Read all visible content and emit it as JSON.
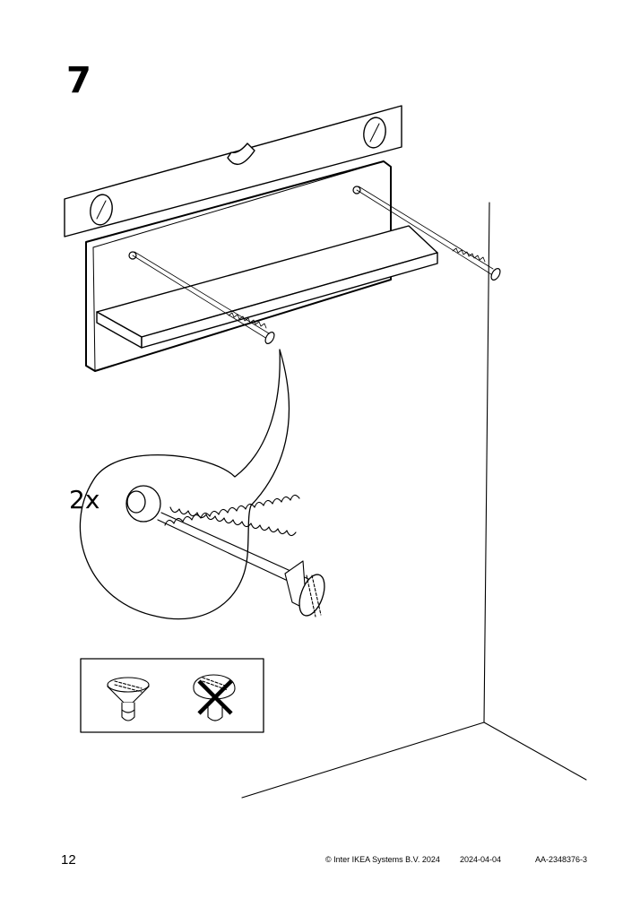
{
  "step": {
    "number": "7"
  },
  "callout": {
    "quantity_label": "2x"
  },
  "screw_types": [
    {
      "name": "countersunk-screw",
      "status": "correct"
    },
    {
      "name": "pan-head-screw",
      "status": "wrong"
    }
  ],
  "footer": {
    "page_number": "12",
    "copyright": "© Inter IKEA Systems B.V. 2024",
    "date": "2024-04-04",
    "doc_code": "AA-2348376-3"
  }
}
